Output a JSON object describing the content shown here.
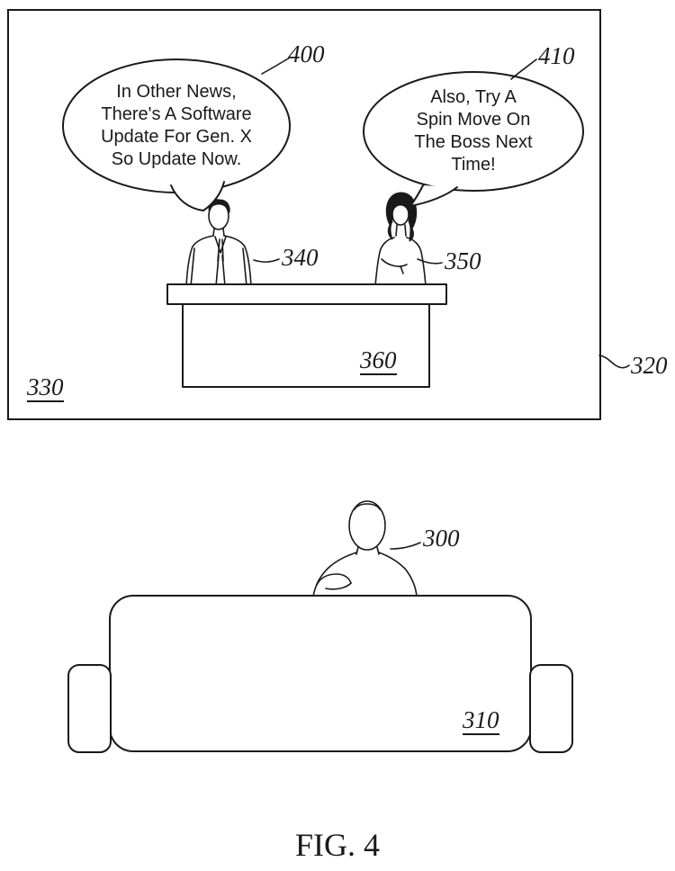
{
  "colors": {
    "line": "#1a1a1a",
    "background": "#ffffff"
  },
  "figure_caption": "FIG. 4",
  "tv": {
    "frame_ref": "320",
    "screen_ref": "330",
    "bubble_left": {
      "ref": "400",
      "text": "In Other News,\nThere's A Software\nUpdate For Gen. X\nSo Update Now."
    },
    "bubble_right": {
      "ref": "410",
      "text": "Also, Try A\nSpin Move On\nThe Boss Next\nTime!"
    },
    "anchor_male_ref": "340",
    "anchor_female_ref": "350",
    "desk_ref": "360"
  },
  "living_room": {
    "viewer_ref": "300",
    "couch_ref": "310"
  }
}
